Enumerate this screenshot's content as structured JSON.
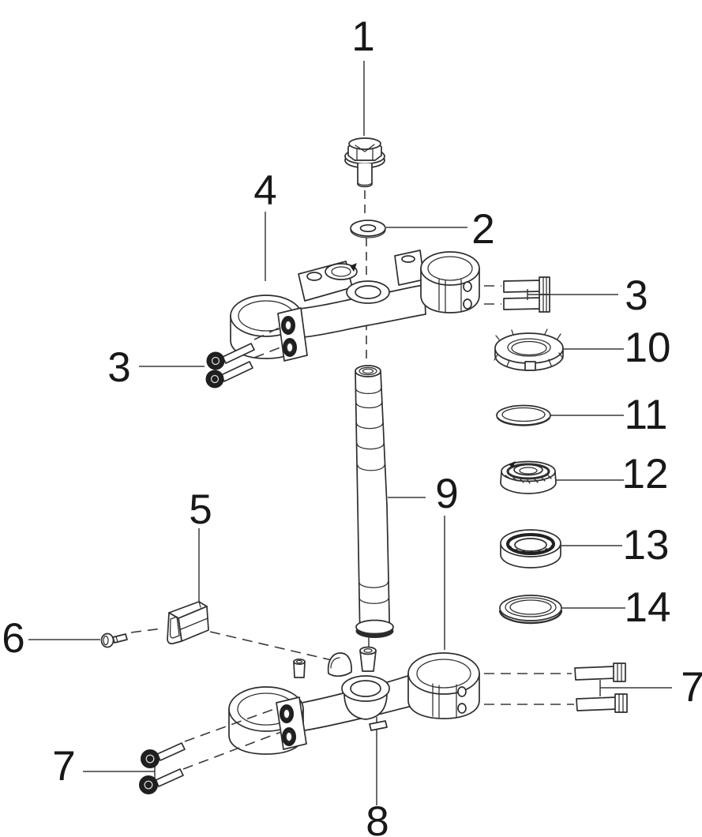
{
  "diagram": {
    "kind": "exploded-parts-diagram",
    "subject": "steering-stem-and-triple-clamp-assembly",
    "background_color": "#ffffff",
    "line_color": "#2e2e2e",
    "label_color": "#181818"
  },
  "callouts": [
    {
      "label": "1",
      "part": "flange-bolt"
    },
    {
      "label": "2",
      "part": "washer"
    },
    {
      "label": "4",
      "part": "upper-triple-clamp"
    },
    {
      "label": "3",
      "part": "upper-clamp-pinch-bolts-left"
    },
    {
      "label": "3",
      "part": "upper-clamp-pinch-bolts-right"
    },
    {
      "label": "9",
      "part": "steering-stem"
    },
    {
      "label": "10",
      "part": "steering-ring-nut"
    },
    {
      "label": "11",
      "part": "seal-washer"
    },
    {
      "label": "12",
      "part": "tapered-roller-bearing"
    },
    {
      "label": "13",
      "part": "ball-bearing"
    },
    {
      "label": "14",
      "part": "dust-seal"
    },
    {
      "label": "5",
      "part": "guide-bracket"
    },
    {
      "label": "6",
      "part": "bracket-screw"
    },
    {
      "label": "7",
      "part": "lower-clamp-pinch-bolts-left"
    },
    {
      "label": "7",
      "part": "lower-clamp-pinch-bolts-right"
    },
    {
      "label": "8",
      "part": "lower-triple-clamp"
    }
  ]
}
